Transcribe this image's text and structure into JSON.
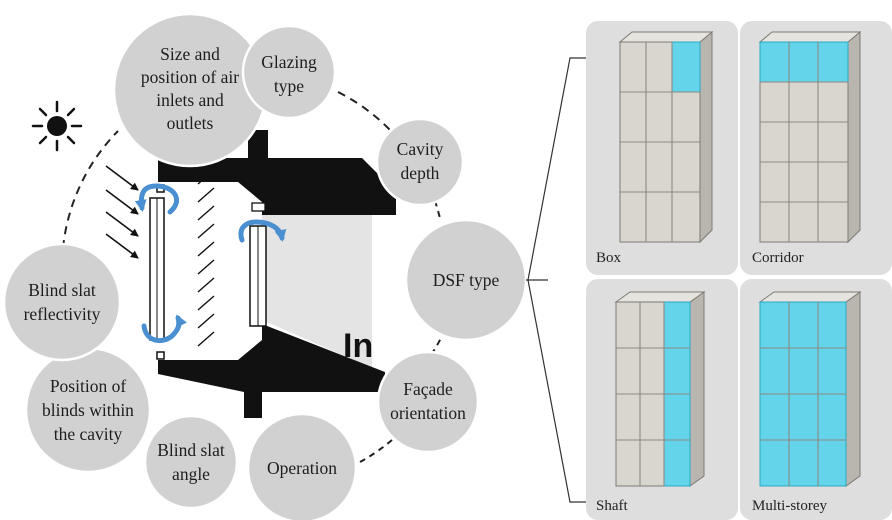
{
  "parameters": [
    {
      "id": "size-position-inlets",
      "lines": [
        "Size and",
        "position of air",
        "inlets and",
        "outlets"
      ]
    },
    {
      "id": "glazing-type",
      "lines": [
        "Glazing",
        "type"
      ]
    },
    {
      "id": "cavity-depth",
      "lines": [
        "Cavity",
        "depth"
      ]
    },
    {
      "id": "dsf-type",
      "lines": [
        "DSF type"
      ]
    },
    {
      "id": "facade-orientation",
      "lines": [
        "Façade",
        "orientation"
      ]
    },
    {
      "id": "operation",
      "lines": [
        "Operation"
      ]
    },
    {
      "id": "blind-slat-angle",
      "lines": [
        "Blind slat",
        "angle"
      ]
    },
    {
      "id": "position-of-blinds",
      "lines": [
        "Position of",
        "blinds within",
        "the cavity"
      ]
    },
    {
      "id": "blind-slat-reflectivity",
      "lines": [
        "Blind slat",
        "reflectivity"
      ]
    }
  ],
  "section": {
    "inside_label": "In"
  },
  "dsf_types": [
    {
      "id": "box",
      "label": "Box"
    },
    {
      "id": "corridor",
      "label": "Corridor"
    },
    {
      "id": "shaft",
      "label": "Shaft"
    },
    {
      "id": "multi-storey",
      "label": "Multi-storey"
    }
  ],
  "colors": {
    "circle": "#d1d1d1",
    "glass": "#4fd3ee",
    "arrow": "#4a8fd0",
    "section": "#111111",
    "panel": "#dedede"
  }
}
